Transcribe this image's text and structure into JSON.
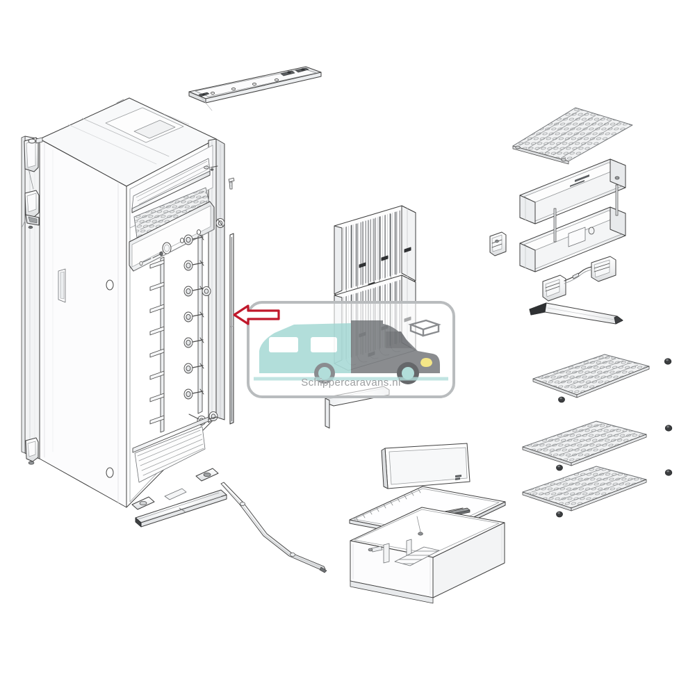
{
  "document": {
    "kind": "exploded-parts-diagram",
    "subject": "Caravan absorption refrigerator cabinet — exploded spare-parts view",
    "background_color": "#ffffff",
    "line_color": "#4a4a4a",
    "fill_color": "#fdfdfd",
    "shade_color": "#e9eaec"
  },
  "watermark": {
    "text": "Schippercaravans.nl",
    "text_color": "#9c9ea0",
    "frame_color": "#b9bcbe",
    "logo_teal": "#9fd6d2",
    "logo_gray": "#6d7074",
    "logo_accent": "#f2e06a",
    "position": "center"
  },
  "callout": {
    "type": "arrow",
    "direction": "left",
    "color": "#c0182b",
    "fill": "#ffffff",
    "points_at": "door-seal-strip",
    "label": ""
  },
  "parts": [
    {
      "id": "cabinet-body",
      "name": "Refrigerator cabinet / outer housing",
      "qty": 1
    },
    {
      "id": "top-mounting-rail",
      "name": "Top mounting rail with fixing holes",
      "qty": 1
    },
    {
      "id": "hinge-upper",
      "name": "Upper door hinge assembly",
      "qty": 1
    },
    {
      "id": "hinge-lower",
      "name": "Lower door hinge assembly",
      "qty": 1
    },
    {
      "id": "control-panel-strip",
      "name": "Control panel strip with knob bores",
      "qty": 1
    },
    {
      "id": "shelf-support-left",
      "name": "Left shelf support rail",
      "qty": 1
    },
    {
      "id": "shelf-support-right",
      "name": "Right shelf support rail with studs",
      "qty": 1
    },
    {
      "id": "door-seal-strip",
      "name": "Door seal / trim strip (arrowed part)",
      "qty": 1
    },
    {
      "id": "fixing-screw",
      "name": "Fixing screw",
      "qty": 4
    },
    {
      "id": "evaporator-panel-1",
      "name": "Evaporator finned panel",
      "qty": 1
    },
    {
      "id": "evaporator-panel-2",
      "name": "Evaporator finned panel",
      "qty": 1
    },
    {
      "id": "drain-tube",
      "name": "Condensate drain tube",
      "qty": 1
    },
    {
      "id": "bottom-rail",
      "name": "Bottom trim rail",
      "qty": 1
    },
    {
      "id": "crisper-front-panel",
      "name": "Crisper drawer front panel",
      "qty": 1
    },
    {
      "id": "crisper-lid",
      "name": "Crisper glass lid / cover",
      "qty": 1
    },
    {
      "id": "crisper-box",
      "name": "Crisper drawer box",
      "qty": 1
    },
    {
      "id": "top-wire-shelf",
      "name": "Wire shelf grid (freezer)",
      "qty": 1
    },
    {
      "id": "door-bar-upper",
      "name": "Door storage bar / bottle retainer",
      "qty": 1
    },
    {
      "id": "door-bar-lower",
      "name": "Door storage bar / bottle retainer",
      "qty": 1
    },
    {
      "id": "bracket-clip",
      "name": "Bracket clip",
      "qty": 3
    },
    {
      "id": "latch-cable",
      "name": "Latch connector with cable",
      "qty": 1
    },
    {
      "id": "trim-strip-small",
      "name": "Small dark trim strip",
      "qty": 1
    },
    {
      "id": "wire-shelf-a",
      "name": "Wire shelf grid",
      "qty": 1
    },
    {
      "id": "wire-shelf-b",
      "name": "Wire shelf grid",
      "qty": 1
    },
    {
      "id": "wire-shelf-c",
      "name": "Wire shelf grid",
      "qty": 1
    },
    {
      "id": "shelf-stop-knob",
      "name": "Shelf stop knob",
      "qty": 6
    }
  ]
}
